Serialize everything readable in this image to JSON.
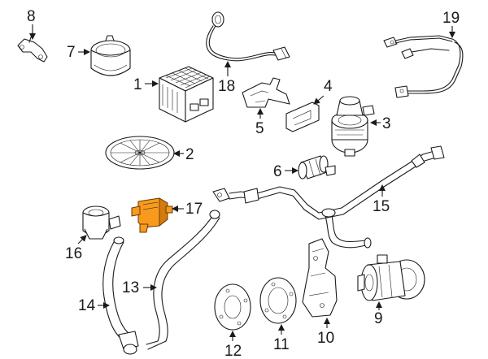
{
  "diagram": {
    "highlight_color": "#f79a1e",
    "callouts": {
      "c1": "1",
      "c2": "2",
      "c3": "3",
      "c4": "4",
      "c5": "5",
      "c6": "6",
      "c7": "7",
      "c8": "8",
      "c9": "9",
      "c10": "10",
      "c11": "11",
      "c12": "12",
      "c13": "13",
      "c14": "14",
      "c15": "15",
      "c16": "16",
      "c17": "17",
      "c18": "18",
      "c19": "19"
    },
    "highlighted_part": "17"
  }
}
